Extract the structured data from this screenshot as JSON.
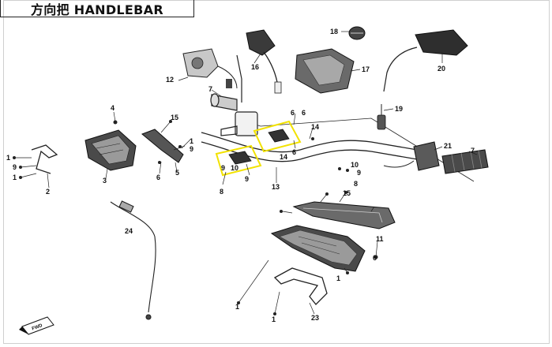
{
  "title": "方向把 HANDLEBAR",
  "colors": {
    "highlight": "#f2e200",
    "line": "#222222",
    "part_dark": "#3a3a3a",
    "part_mid": "#8a8a8a"
  },
  "labels": {
    "l1a": "1",
    "l1b": "1",
    "l1c": "1",
    "l2": "2",
    "l3": "3",
    "l4": "4",
    "l5": "5",
    "l6a": "6",
    "l6b": "6",
    "l6c": "6",
    "l6d": "6",
    "l7a": "7",
    "l7b": "7",
    "l8a": "8",
    "l8b": "8",
    "l9a": "9",
    "l9b": "9",
    "l9c": "9",
    "l10a": "10",
    "l10b": "10",
    "l11": "11",
    "l12": "12",
    "l13": "13",
    "l14": "14",
    "l15a": "15",
    "l15b": "15",
    "l16": "16",
    "l17": "17",
    "l18": "18",
    "l19": "19",
    "l20": "20",
    "l21": "21",
    "l23": "23",
    "l24": "24"
  },
  "front_arrow": "FWD"
}
